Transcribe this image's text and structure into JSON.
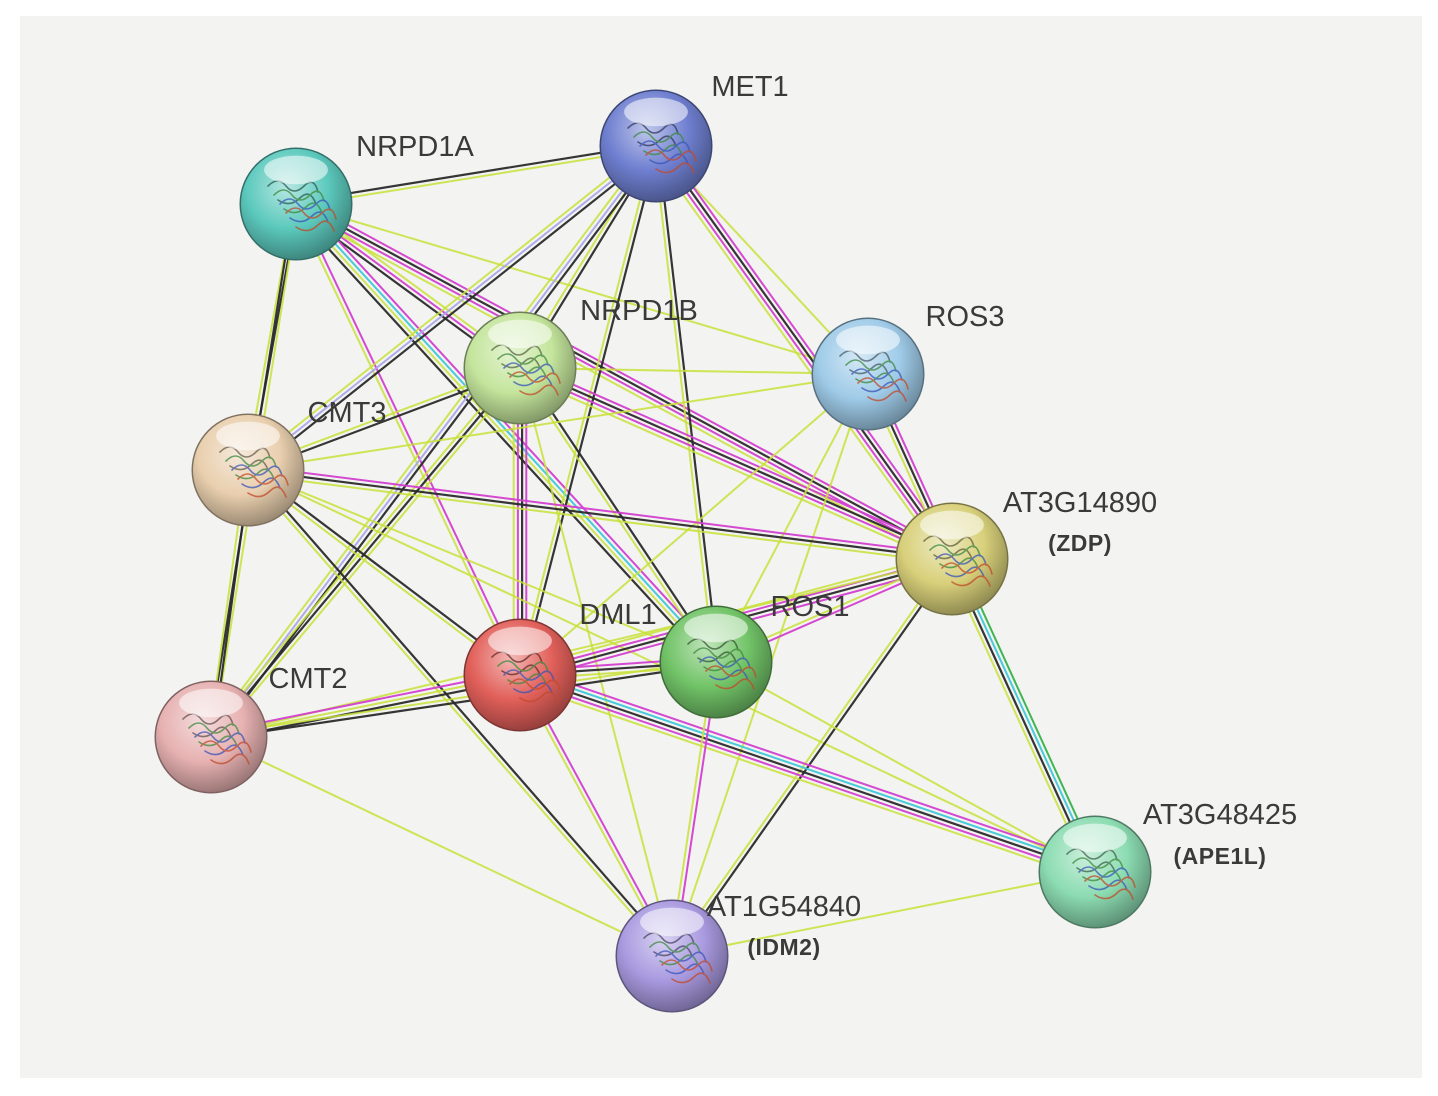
{
  "network": {
    "nodes": [
      {
        "id": "MET1",
        "label": "MET1",
        "sublabel": "",
        "color": "#6f7fd0",
        "icon": "protein-structure-icon"
      },
      {
        "id": "NRPD1A",
        "label": "NRPD1A",
        "sublabel": "",
        "color": "#5cc9bd",
        "icon": "protein-structure-icon"
      },
      {
        "id": "NRPD1B",
        "label": "NRPD1B",
        "sublabel": "",
        "color": "#c4e59c",
        "icon": "protein-structure-icon"
      },
      {
        "id": "ROS3",
        "label": "ROS3",
        "sublabel": "",
        "color": "#9fcbe8",
        "icon": "protein-structure-icon"
      },
      {
        "id": "CMT3",
        "label": "CMT3",
        "sublabel": "",
        "color": "#e9cfae",
        "icon": "protein-structure-icon"
      },
      {
        "id": "ZDP",
        "label": "AT3G14890",
        "sublabel": "(ZDP)",
        "color": "#d8d07a",
        "icon": "protein-structure-icon"
      },
      {
        "id": "DML1",
        "label": "DML1",
        "sublabel": "",
        "color": "#e2605a",
        "icon": "protein-structure-icon"
      },
      {
        "id": "ROS1",
        "label": "ROS1",
        "sublabel": "",
        "color": "#72c468",
        "icon": "protein-structure-icon"
      },
      {
        "id": "CMT2",
        "label": "CMT2",
        "sublabel": "",
        "color": "#e7b1b1",
        "icon": "protein-structure-icon"
      },
      {
        "id": "APE1L",
        "label": "AT3G48425",
        "sublabel": "(APE1L)",
        "color": "#8cdcb2",
        "icon": "protein-structure-icon"
      },
      {
        "id": "IDM2",
        "label": "AT1G54840",
        "sublabel": "(IDM2)",
        "color": "#a99ae0",
        "icon": "protein-structure-icon"
      }
    ],
    "edge_colors": {
      "black": "#2a2a2a",
      "yellow_green": "#c8e03a",
      "magenta": "#d23fcf",
      "cyan": "#3fc7d8",
      "lavender": "#a9a7ea",
      "green": "#36b24a"
    },
    "edges": [
      {
        "a": "NRPD1A",
        "b": "MET1",
        "types": [
          "black",
          "yellow_green"
        ]
      },
      {
        "a": "NRPD1A",
        "b": "CMT3",
        "types": [
          "black",
          "yellow_green"
        ]
      },
      {
        "a": "NRPD1A",
        "b": "NRPD1B",
        "types": [
          "yellow_green",
          "magenta",
          "black"
        ]
      },
      {
        "a": "NRPD1A",
        "b": "ROS3",
        "types": [
          "yellow_green"
        ]
      },
      {
        "a": "NRPD1A",
        "b": "ZDP",
        "types": [
          "magenta",
          "black",
          "magenta",
          "yellow_green"
        ]
      },
      {
        "a": "NRPD1A",
        "b": "DML1",
        "types": [
          "magenta",
          "yellow_green"
        ]
      },
      {
        "a": "NRPD1A",
        "b": "ROS1",
        "types": [
          "magenta",
          "cyan",
          "yellow_green",
          "black"
        ]
      },
      {
        "a": "NRPD1A",
        "b": "CMT2",
        "types": [
          "yellow_green",
          "black"
        ]
      },
      {
        "a": "MET1",
        "b": "NRPD1B",
        "types": [
          "black",
          "yellow_green"
        ]
      },
      {
        "a": "MET1",
        "b": "ROS3",
        "types": [
          "yellow_green"
        ]
      },
      {
        "a": "MET1",
        "b": "CMT3",
        "types": [
          "black",
          "lavender",
          "yellow_green"
        ]
      },
      {
        "a": "MET1",
        "b": "ZDP",
        "types": [
          "magenta",
          "black",
          "magenta",
          "yellow_green"
        ]
      },
      {
        "a": "MET1",
        "b": "DML1",
        "types": [
          "black",
          "yellow_green"
        ]
      },
      {
        "a": "MET1",
        "b": "ROS1",
        "types": [
          "black",
          "yellow_green"
        ]
      },
      {
        "a": "MET1",
        "b": "CMT2",
        "types": [
          "black",
          "lavender",
          "yellow_green"
        ]
      },
      {
        "a": "NRPD1B",
        "b": "ROS3",
        "types": [
          "yellow_green"
        ]
      },
      {
        "a": "NRPD1B",
        "b": "CMT3",
        "types": [
          "black",
          "yellow_green"
        ]
      },
      {
        "a": "NRPD1B",
        "b": "ZDP",
        "types": [
          "magenta",
          "black",
          "magenta",
          "yellow_green"
        ]
      },
      {
        "a": "NRPD1B",
        "b": "DML1",
        "types": [
          "magenta",
          "black",
          "magenta",
          "yellow_green"
        ]
      },
      {
        "a": "NRPD1B",
        "b": "ROS1",
        "types": [
          "black",
          "yellow_green"
        ]
      },
      {
        "a": "NRPD1B",
        "b": "CMT2",
        "types": [
          "yellow_green",
          "black",
          "yellow_green"
        ]
      },
      {
        "a": "NRPD1B",
        "b": "IDM2",
        "types": [
          "yellow_green"
        ]
      },
      {
        "a": "ROS3",
        "b": "ZDP",
        "types": [
          "magenta",
          "black",
          "yellow_green"
        ]
      },
      {
        "a": "ROS3",
        "b": "CMT3",
        "types": [
          "yellow_green"
        ]
      },
      {
        "a": "ROS3",
        "b": "DML1",
        "types": [
          "yellow_green"
        ]
      },
      {
        "a": "ROS3",
        "b": "ROS1",
        "types": [
          "yellow_green"
        ]
      },
      {
        "a": "ROS3",
        "b": "IDM2",
        "types": [
          "yellow_green"
        ]
      },
      {
        "a": "CMT3",
        "b": "ZDP",
        "types": [
          "magenta",
          "black",
          "yellow_green"
        ]
      },
      {
        "a": "CMT3",
        "b": "DML1",
        "types": [
          "black",
          "yellow_green"
        ]
      },
      {
        "a": "CMT3",
        "b": "ROS1",
        "types": [
          "yellow_green"
        ]
      },
      {
        "a": "CMT3",
        "b": "CMT2",
        "types": [
          "black",
          "yellow_green"
        ]
      },
      {
        "a": "CMT3",
        "b": "IDM2",
        "types": [
          "black",
          "yellow_green"
        ]
      },
      {
        "a": "CMT3",
        "b": "APE1L",
        "types": [
          "yellow_green"
        ]
      },
      {
        "a": "ZDP",
        "b": "DML1",
        "types": [
          "magenta",
          "black",
          "magenta",
          "yellow_green"
        ]
      },
      {
        "a": "ZDP",
        "b": "ROS1",
        "types": [
          "magenta",
          "yellow_green"
        ]
      },
      {
        "a": "ZDP",
        "b": "CMT2",
        "types": [
          "yellow_green"
        ]
      },
      {
        "a": "ZDP",
        "b": "APE1L",
        "types": [
          "green",
          "cyan",
          "black",
          "yellow_green"
        ]
      },
      {
        "a": "ZDP",
        "b": "IDM2",
        "types": [
          "black",
          "yellow_green"
        ]
      },
      {
        "a": "DML1",
        "b": "ROS1",
        "types": [
          "magenta",
          "black",
          "yellow_green"
        ]
      },
      {
        "a": "DML1",
        "b": "CMT2",
        "types": [
          "black",
          "yellow_green",
          "magenta"
        ]
      },
      {
        "a": "DML1",
        "b": "APE1L",
        "types": [
          "magenta",
          "cyan",
          "black",
          "magenta",
          "yellow_green"
        ]
      },
      {
        "a": "DML1",
        "b": "IDM2",
        "types": [
          "magenta",
          "yellow_green"
        ]
      },
      {
        "a": "ROS1",
        "b": "CMT2",
        "types": [
          "black",
          "yellow_green"
        ]
      },
      {
        "a": "ROS1",
        "b": "APE1L",
        "types": [
          "yellow_green"
        ]
      },
      {
        "a": "ROS1",
        "b": "IDM2",
        "types": [
          "magenta",
          "yellow_green"
        ]
      },
      {
        "a": "CMT2",
        "b": "IDM2",
        "types": [
          "yellow_green"
        ]
      },
      {
        "a": "APE1L",
        "b": "IDM2",
        "types": [
          "yellow_green"
        ]
      }
    ]
  }
}
